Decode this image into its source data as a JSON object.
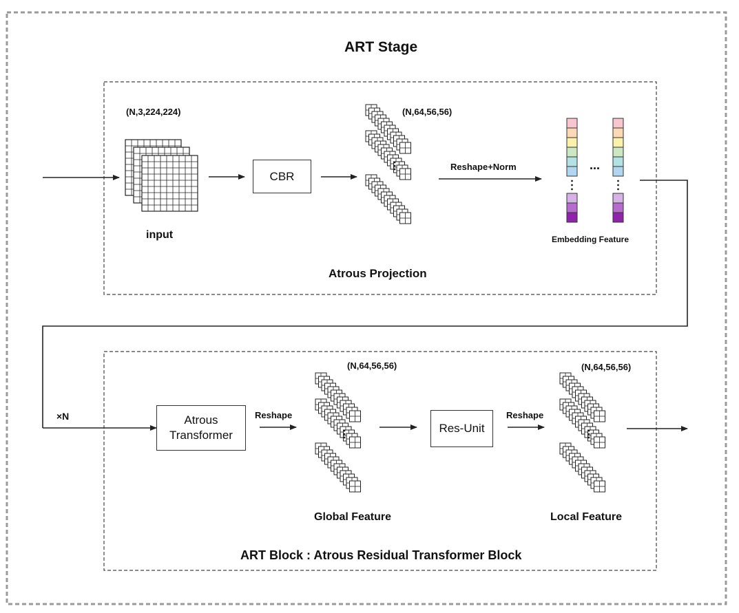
{
  "stage": {
    "title": "ART Stage"
  },
  "projection": {
    "title": "Atrous Projection",
    "input_shape": "(N,3,224,224)",
    "input_label": "input",
    "cbr_label": "CBR",
    "feature_shape": "(N,64,56,56)",
    "reshape_norm_label": "Reshape+Norm",
    "embedding_label": "Embedding Feature",
    "ellipsis": "..."
  },
  "block": {
    "title": "ART Block : Atrous Residual Transformer Block",
    "repeat_label": "×N",
    "transformer_line1": "Atrous",
    "transformer_line2": "Transformer",
    "reshape1_label": "Reshape",
    "global_shape": "(N,64,56,56)",
    "global_label": "Global Feature",
    "resunit_label": "Res-Unit",
    "reshape2_label": "Reshape",
    "local_shape": "(N,64,56,56)",
    "local_label": "Local Feature"
  },
  "colors": {
    "embedding_top": [
      "#f7c6cf",
      "#fbd8b6",
      "#faf1ac",
      "#cbe8c3",
      "#b4e2e2",
      "#b3d6f0"
    ],
    "embedding_bottom": [
      "#d6b3e4",
      "#b56ccd",
      "#8e24aa"
    ]
  }
}
